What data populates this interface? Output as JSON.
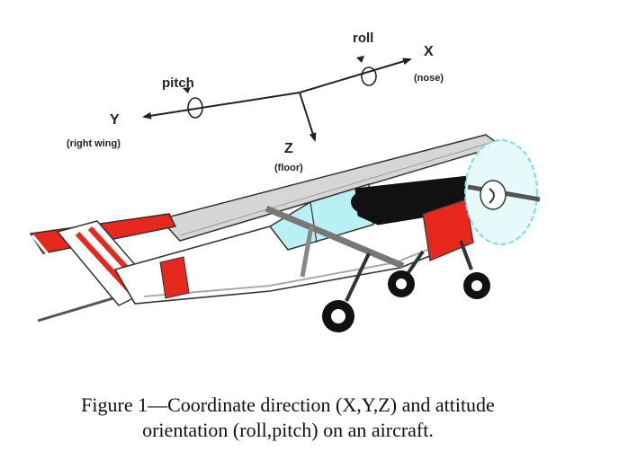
{
  "axes": {
    "x": {
      "label": "X",
      "sublabel": "(nose)"
    },
    "y": {
      "label": "Y",
      "sublabel": "(right wing)"
    },
    "z": {
      "label": "Z",
      "sublabel": "(floor)"
    }
  },
  "rotations": {
    "roll": "roll",
    "pitch": "pitch"
  },
  "caption": {
    "line1": "Figure 1—Coordinate direction (X,Y,Z) and attitude",
    "line2": "orientation (roll,pitch) on an aircraft."
  },
  "colors": {
    "accent_red": "#e8281c",
    "canopy_cyan": "#b8f0f4",
    "fuselage_black": "#111111",
    "wing_grey": "#d6d6d6"
  }
}
